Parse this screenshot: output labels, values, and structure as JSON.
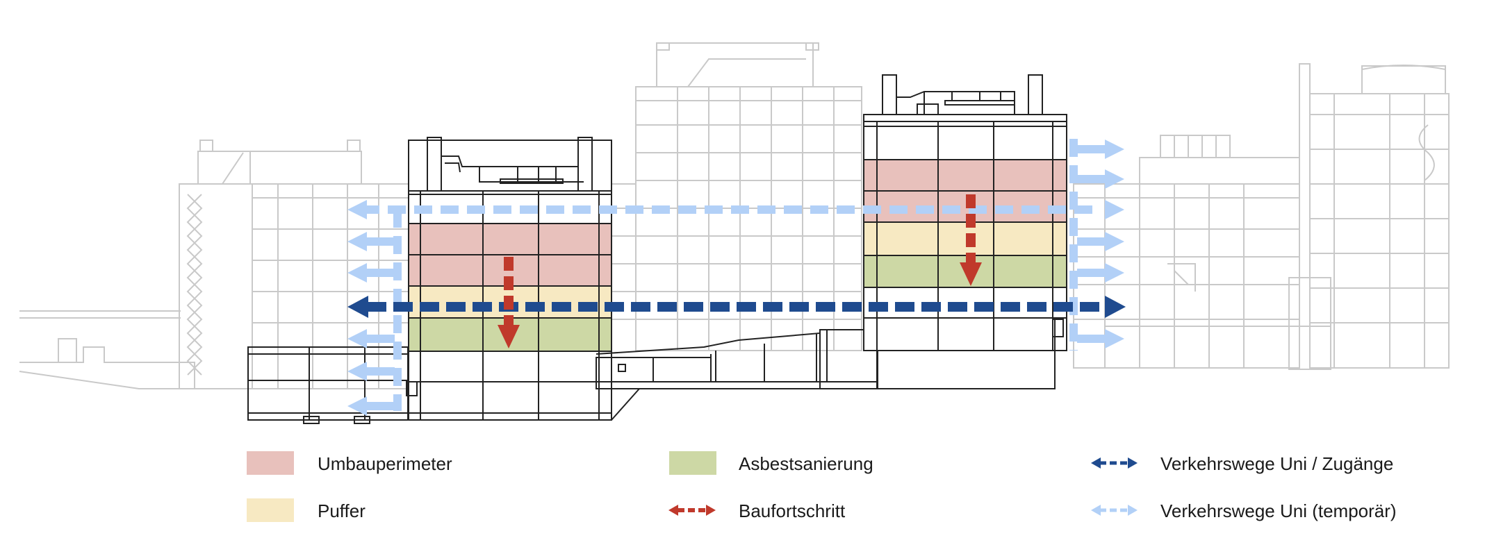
{
  "colors": {
    "umbauperimeter": "#e8c1bc",
    "puffer": "#f7e9c2",
    "asbestsanierung": "#cdd8a5",
    "baufortschritt": "#c0392b",
    "verkehr_uni": "#1f4b8f",
    "verkehr_temp": "#b2d0f7",
    "context_line": "#c9c9c9",
    "building_line": "#222222"
  },
  "legend": {
    "umbauperimeter": "Umbauperimeter",
    "puffer": "Puffer",
    "asbestsanierung": "Asbestsanierung",
    "baufortschritt": "Baufortschritt",
    "verkehr_uni": "Verkehrswege Uni / Zugänge",
    "verkehr_temp": "Verkehrswege Uni (temporär)"
  }
}
